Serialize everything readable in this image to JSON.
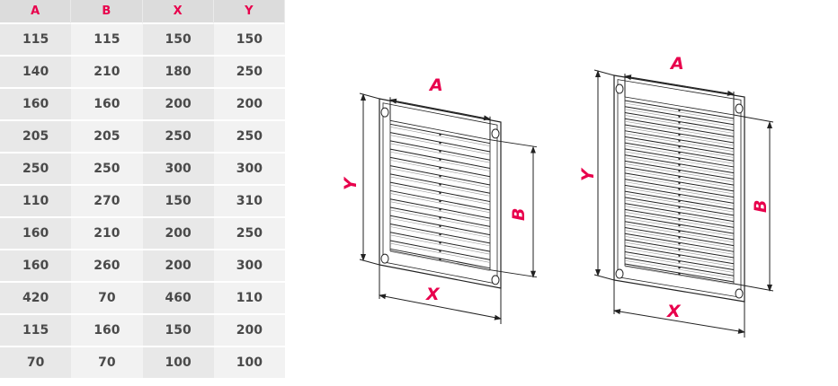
{
  "table": {
    "headers": [
      "A",
      "B",
      "X",
      "Y"
    ],
    "rows": [
      [
        "115",
        "115",
        "150",
        "150"
      ],
      [
        "140",
        "210",
        "180",
        "250"
      ],
      [
        "160",
        "160",
        "200",
        "200"
      ],
      [
        "205",
        "205",
        "250",
        "250"
      ],
      [
        "250",
        "250",
        "300",
        "300"
      ],
      [
        "110",
        "270",
        "150",
        "310"
      ],
      [
        "160",
        "210",
        "200",
        "250"
      ],
      [
        "160",
        "260",
        "200",
        "300"
      ],
      [
        "420",
        "70",
        "460",
        "110"
      ],
      [
        "115",
        "160",
        "150",
        "200"
      ],
      [
        "70",
        "70",
        "100",
        "100"
      ]
    ]
  },
  "diagrams": {
    "small": {
      "a": "A",
      "b": "B",
      "x": "X",
      "y": "Y"
    },
    "large": {
      "a": "A",
      "b": "B",
      "x": "X",
      "y": "Y"
    }
  },
  "colors": {
    "accent": "#e8004c",
    "header_bg": "#dcdcdc"
  }
}
